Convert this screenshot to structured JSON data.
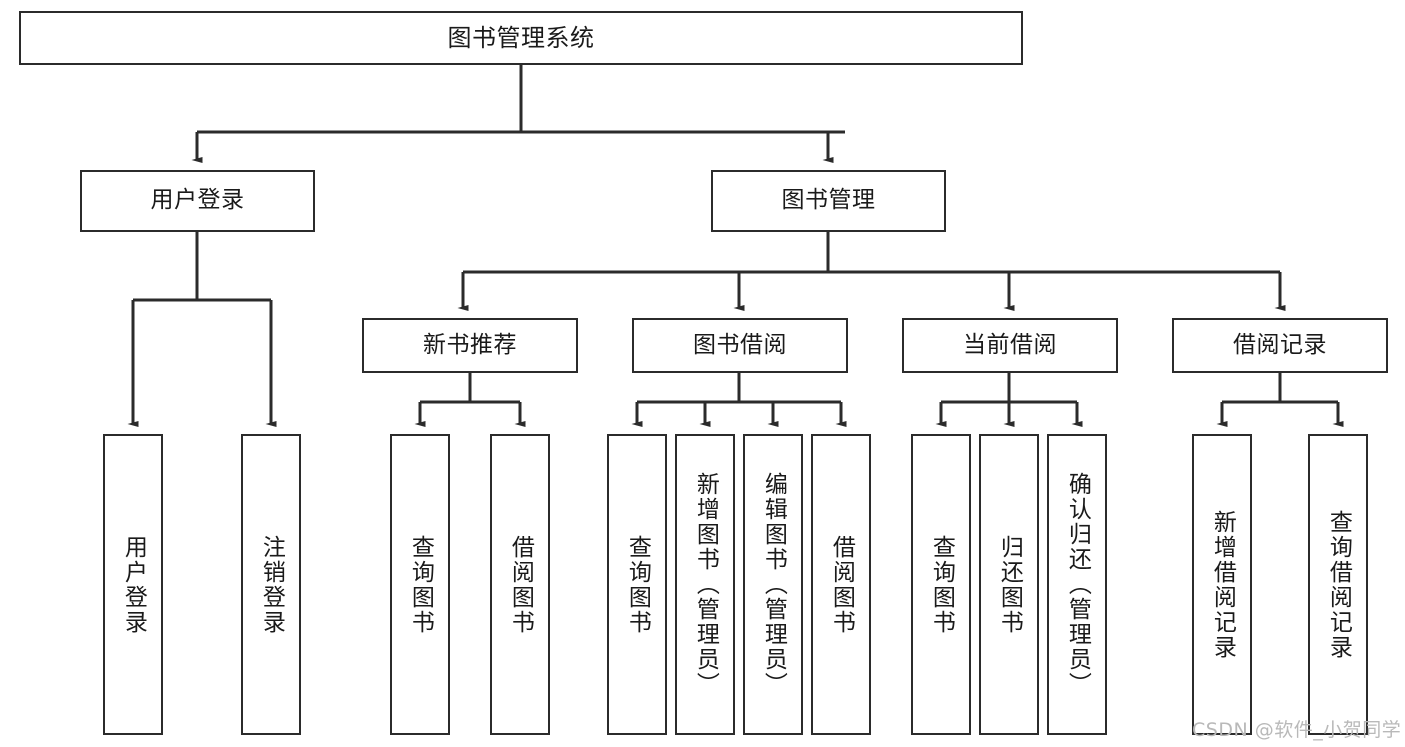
{
  "diagram": {
    "title": "图书管理系统",
    "type": "hierarchy-tree",
    "line_color": "#2b2b2b",
    "box_fill": "#ffffff",
    "text_color": "#1a1a1a"
  },
  "root": {
    "label": "图书管理系统"
  },
  "level2": [
    {
      "label": "用户登录"
    },
    {
      "label": "图书管理"
    }
  ],
  "level3": [
    {
      "label": "新书推荐"
    },
    {
      "label": "图书借阅"
    },
    {
      "label": "当前借阅"
    },
    {
      "label": "借阅记录"
    }
  ],
  "leaves": {
    "user_login": [
      {
        "label": "用户登录"
      },
      {
        "label": "注销登录"
      }
    ],
    "new_book_recommend": [
      {
        "label": "查询图书"
      },
      {
        "label": "借阅图书"
      }
    ],
    "book_borrow": [
      {
        "label": "查询图书"
      },
      {
        "label": "新增图书（管理员）"
      },
      {
        "label": "编辑图书（管理员）"
      },
      {
        "label": "借阅图书"
      }
    ],
    "current_borrow": [
      {
        "label": "查询图书"
      },
      {
        "label": "归还图书"
      },
      {
        "label": "确认归还（管理员）"
      }
    ],
    "borrow_record": [
      {
        "label": "新增借阅记录"
      },
      {
        "label": "查询借阅记录"
      }
    ]
  },
  "watermark": {
    "text": "CSDN @软件_小贺同学"
  }
}
